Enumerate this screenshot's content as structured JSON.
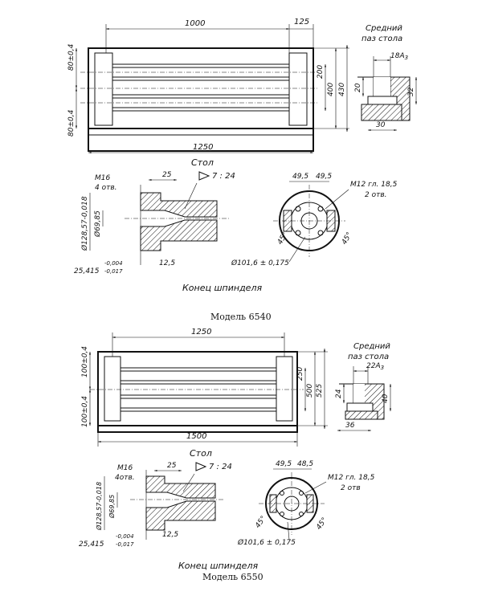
{
  "model_6540": {
    "table": {
      "dim_length": "1000",
      "dim_end": "125",
      "dim_total": "1250",
      "dim_200": "200",
      "dim_400": "400",
      "dim_430": "430",
      "dim_left_top": "80±0,4",
      "dim_left_bottom": "80±0,4",
      "caption": "Стол"
    },
    "slot": {
      "title_line1": "Средний",
      "title_line2": "паз стола",
      "dim_width": "18А",
      "dim_width_sub": "3",
      "dim_20": "20",
      "dim_32": "32",
      "dim_30": "30"
    },
    "spindle": {
      "m16": "M16",
      "holes": "4 отв.",
      "dim_25": "25",
      "taper": "7 : 24",
      "dim_d128": "Ø128,57-0,018",
      "dim_d69": "Ø69,85",
      "dim_12_5": "12,5",
      "dim_25_415": "25,415",
      "tol_top": "-0,004",
      "tol_bottom": "-0,017",
      "end_49_5_left": "49,5",
      "end_49_5_right": "49,5",
      "m12": "M12 гл. 18,5",
      "holes2": "2 отв.",
      "angle_left": "45°",
      "angle_right": "45°",
      "dim_d101": "Ø101,6 ± 0,175",
      "caption": "Конец шпинделя"
    },
    "model_label": "Модель 6540"
  },
  "model_6550": {
    "table": {
      "dim_length": "1250",
      "dim_total": "1500",
      "dim_250": "250",
      "dim_500": "500",
      "dim_525": "525",
      "dim_left_top": "100±0,4",
      "dim_left_bottom": "100±0,4",
      "caption": "Стол"
    },
    "slot": {
      "title_line1": "Средний",
      "title_line2": "паз стола",
      "dim_width": "22А",
      "dim_width_sub": "3",
      "dim_24": "24",
      "dim_40": "40",
      "dim_36": "36"
    },
    "spindle": {
      "m16": "M16",
      "holes": "4отв.",
      "dim_25": "25",
      "taper": "7 : 24",
      "dim_d128": "Ø128,57-0,018",
      "dim_d69": "Ø69,85",
      "dim_12_5": "12,5",
      "dim_25_415": "25,415",
      "tol_top": "-0,004",
      "tol_bottom": "-0,017",
      "end_49_5": "49,5",
      "end_48_5": "48,5",
      "m12": "M12 гл. 18,5",
      "holes2": "2 отв",
      "angle_left": "45°",
      "angle_right": "45°",
      "dim_d101": "Ø101,6 ± 0,175",
      "caption": "Конец шпинделя"
    },
    "model_label": "Модель 6550"
  }
}
